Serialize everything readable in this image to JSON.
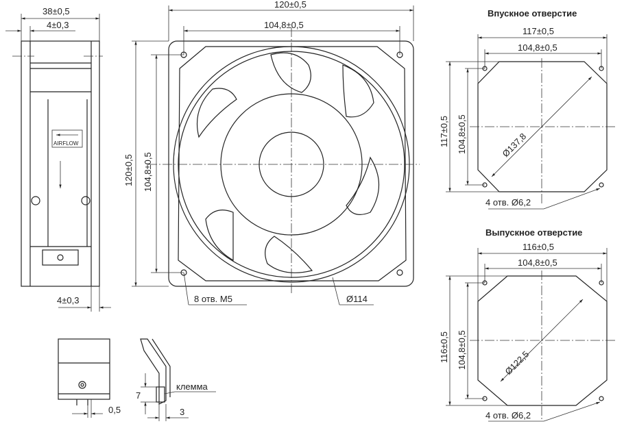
{
  "side_view": {
    "width_total": "38±0,5",
    "flange_top": "4±0,3",
    "flange_bottom": "4±0,3",
    "airflow": "AIRFLOW"
  },
  "front_view": {
    "width": "120±0,5",
    "hole_spacing_h": "104,8±0,5",
    "height": "120±0,5",
    "hole_spacing_v": "104,8±0,5",
    "holes": "8 отв. M5",
    "diameter": "Ø114"
  },
  "inlet": {
    "title": "Впускное отверстие",
    "width": "117±0,5",
    "hole_spacing_h": "104,8±0,5",
    "height": "117±0,5",
    "hole_spacing_v": "104,8±0,5",
    "diagonal": "Ø137,8",
    "holes": "4 отв. Ø6,2"
  },
  "outlet": {
    "title": "Выпускное отверстие",
    "width": "116±0,5",
    "hole_spacing_h": "104,8±0,5",
    "height": "116±0,5",
    "hole_spacing_v": "104,8±0,5",
    "diagonal": "Ø122,5",
    "holes": "4 отв. Ø6,2"
  },
  "terminal": {
    "gap": "0,5",
    "label": "клемма",
    "height": "7",
    "width": "3"
  }
}
